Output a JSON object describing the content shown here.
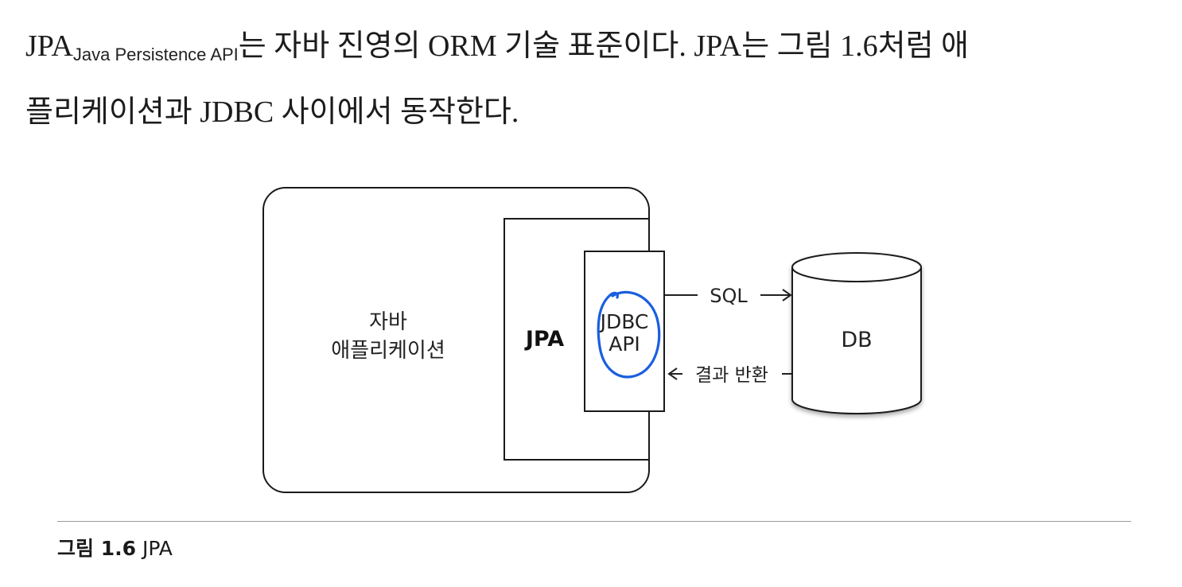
{
  "paragraph": {
    "line1_prefix": "JPA",
    "line1_subscript": "Java Persistence API",
    "line1_rest": "는 자바 진영의 ORM 기술 표준이다. JPA는 그림 1.6처럼 애",
    "line2": "플리케이션과 JDBC 사이에서 동작한다."
  },
  "figure": {
    "app_label_line1": "자바",
    "app_label_line2": "애플리케이션",
    "jpa_label": "JPA",
    "jdbc_label_line1": "JDBC",
    "jdbc_label_line2": "API",
    "sql_label": "SQL",
    "result_label": "결과 반환",
    "db_label": "DB",
    "annotation_color": "#1a5fe0"
  },
  "caption": {
    "number": "그림 1.6",
    "title": "JPA"
  }
}
